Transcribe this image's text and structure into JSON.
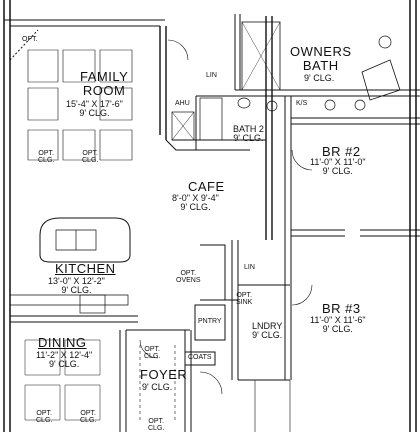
{
  "rooms": {
    "family": {
      "name": "FAMILY",
      "name2": "ROOM",
      "dims": "15'-4\" X 17'-6\"",
      "clg": "9' CLG."
    },
    "owners_bath": {
      "name": "OWNERS",
      "name2": "BATH",
      "clg": "9' CLG."
    },
    "bath2": {
      "name": "BATH 2",
      "clg": "9' CLG."
    },
    "br2": {
      "name": "BR #2",
      "dims": "11'-0\" X 11'-0\"",
      "clg": "9' CLG."
    },
    "cafe": {
      "name": "CAFE",
      "dims": "8'-0\" X 9'-4\"",
      "clg": "9' CLG."
    },
    "kitchen": {
      "name": "KITCHEN",
      "dims": "13'-0\" X 12'-2\"",
      "clg": "9' CLG."
    },
    "br3": {
      "name": "BR #3",
      "dims": "11'-0\" X 11'-6\"",
      "clg": "9' CLG."
    },
    "dining": {
      "name": "DINING",
      "dims": "11'-2\" X 12'-4\"",
      "clg": "9' CLG."
    },
    "foyer": {
      "name": "FOYER",
      "clg": "9' CLG."
    },
    "laundry": {
      "name": "LNDRY",
      "clg": "9' CLG."
    }
  },
  "labels": {
    "lin1": "LIN",
    "lin2": "LIN",
    "ahu": "AHU",
    "ks": "K/S",
    "pntry": "PNTRY",
    "coats": "COATS",
    "opt": "OPT.",
    "clg": "CLG.",
    "opt_ovens_1": "OPT.",
    "opt_ovens_2": "OVENS",
    "opt_sink_1": "OPT.",
    "opt_sink_2": "SINK"
  }
}
